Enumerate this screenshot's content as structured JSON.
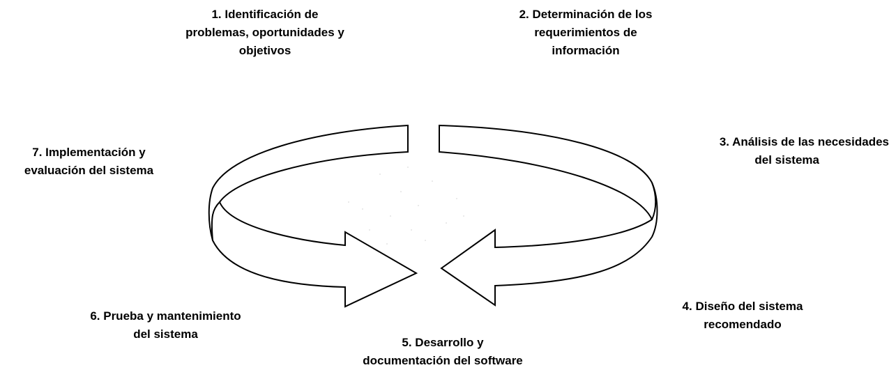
{
  "steps": [
    {
      "lines": [
        "1. Identificación de",
        "problemas, oportunidades y",
        "objetivos"
      ]
    },
    {
      "lines": [
        "2. Determinación de los",
        "requerimientos de",
        "información"
      ]
    },
    {
      "lines": [
        "3. Análisis de las necesidades",
        "del sistema"
      ]
    },
    {
      "lines": [
        "4. Diseño del sistema",
        "recomendado"
      ]
    },
    {
      "lines": [
        "5. Desarrollo y",
        "documentación del software"
      ]
    },
    {
      "lines": [
        "6. Prueba y mantenimiento",
        "del sistema"
      ]
    },
    {
      "lines": [
        "7. Implementación y",
        "evaluación del sistema"
      ]
    }
  ],
  "colors": {
    "stroke": "#000000",
    "fill": "#ffffff",
    "shade": "#d9d9d9"
  }
}
